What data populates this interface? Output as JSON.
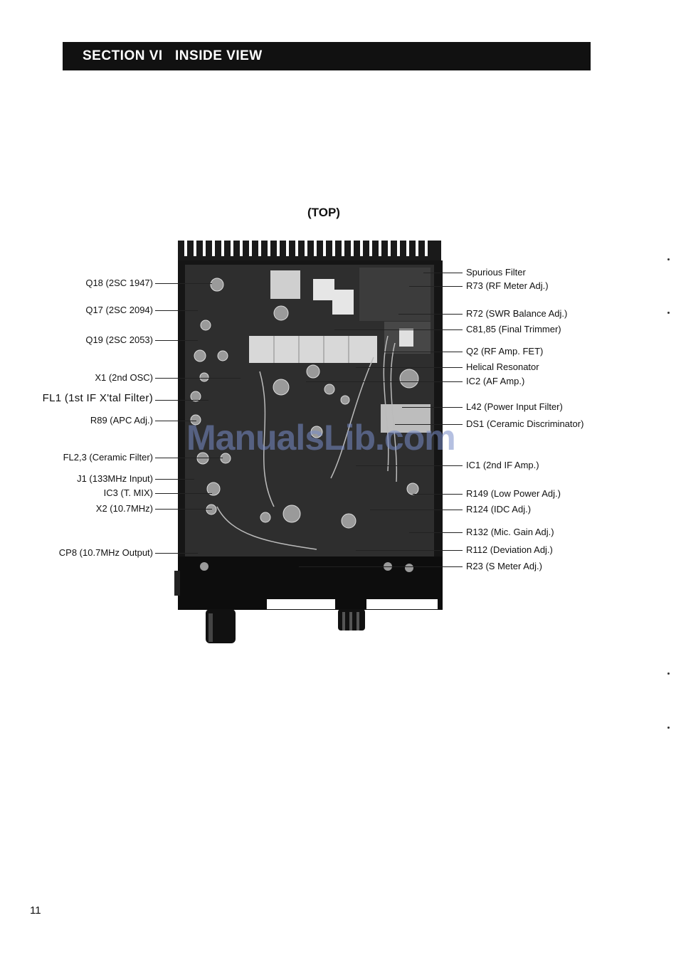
{
  "header": {
    "section_title": "SECTION VI   INSIDE VIEW"
  },
  "view_label": "(TOP)",
  "photo": {
    "description_icon": "pcb-top-view-photo"
  },
  "watermark": "ManualsLib.com",
  "callouts_left": [
    "Q18 (2SC 1947)",
    "Q17 (2SC 2094)",
    "Q19 (2SC 2053)",
    "X1 (2nd OSC)",
    "FL1 (1st IF X'tal Filter)",
    "R89 (APC Adj.)",
    "FL2,3 (Ceramic Filter)",
    "J1 (133MHz Input)",
    "IC3 (T. MIX)",
    "X2 (10.7MHz)",
    "CP8 (10.7MHz Output)"
  ],
  "callouts_right": [
    "Spurious Filter",
    "R73 (RF Meter Adj.)",
    "R72 (SWR Balance Adj.)",
    "C81,85 (Final Trimmer)",
    "Q2 (RF Amp. FET)",
    "Helical Resonator",
    "IC2 (AF Amp.)",
    "L42 (Power Input Filter)",
    "DS1 (Ceramic Discriminator)",
    "IC1 (2nd IF Amp.)",
    "R149 (Low Power Adj.)",
    "R124 (IDC Adj.)",
    "R132 (Mic. Gain Adj.)",
    "R112 (Deviation Adj.)",
    "R23 (S Meter Adj.)"
  ],
  "page_number": "11"
}
